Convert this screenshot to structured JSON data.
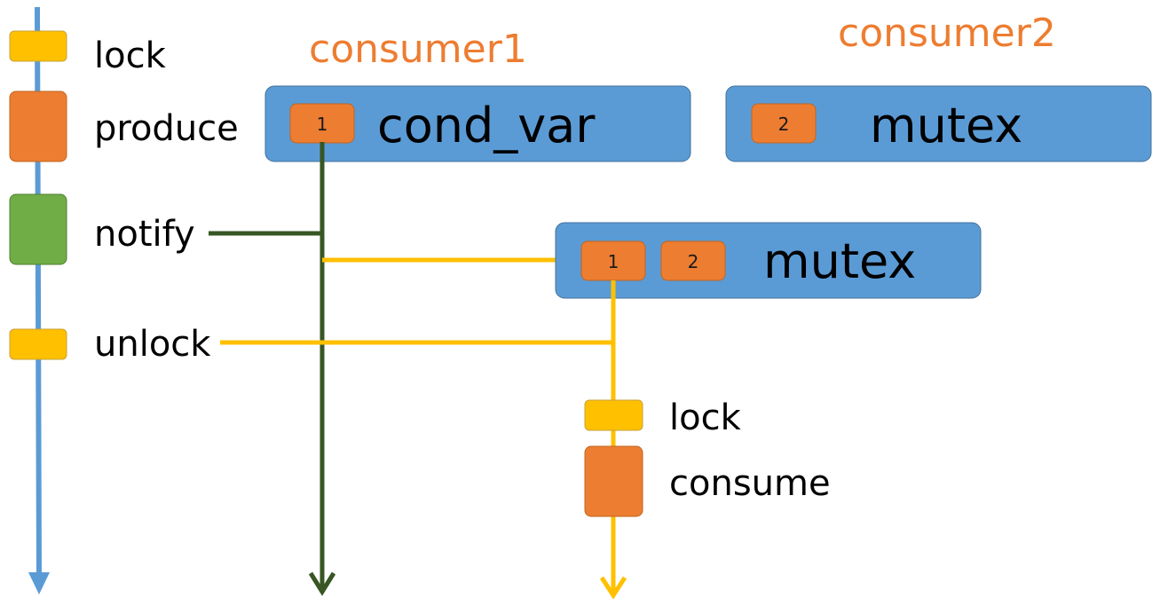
{
  "colors": {
    "timeline_blue": "#5B9BD5",
    "lock_yellow": "#FFC000",
    "produce_orange": "#ED7D31",
    "notify_green": "#70AD47",
    "dark_green": "#375623",
    "box_blue": "#5B9BD5",
    "title_orange": "#ED7D31"
  },
  "legend": {
    "lock": "lock",
    "produce": "produce",
    "notify": "notify",
    "unlock": "unlock"
  },
  "consumers": {
    "consumer1": "consumer1",
    "consumer2": "consumer2"
  },
  "boxes": {
    "cond_var": {
      "label": "cond_var",
      "badges": [
        "1"
      ]
    },
    "mutex_top": {
      "label": "mutex",
      "badges": [
        "2"
      ]
    },
    "mutex_mid": {
      "label": "mutex",
      "badges": [
        "1",
        "2"
      ]
    }
  },
  "consumer_steps": {
    "lock": "lock",
    "consume": "consume"
  }
}
